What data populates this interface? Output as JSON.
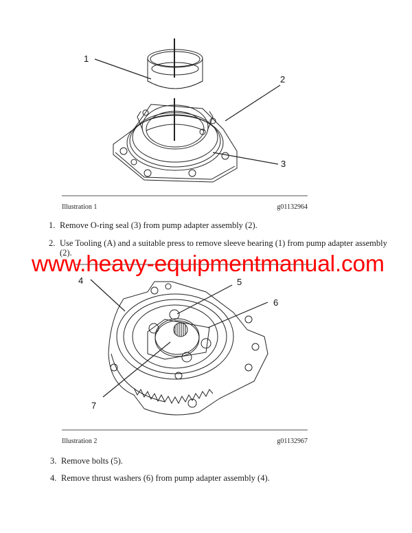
{
  "illustrations": [
    {
      "label": "Illustration 1",
      "id": "g01132964",
      "callouts": [
        "1",
        "2",
        "3"
      ]
    },
    {
      "label": "Illustration 2",
      "id": "g01132967",
      "callouts": [
        "4",
        "5",
        "6",
        "7"
      ]
    }
  ],
  "steps": [
    {
      "num": "1.",
      "text": "Remove O-ring seal (3) from pump adapter assembly (2)."
    },
    {
      "num": "2.",
      "text": "Use Tooling (A) and a suitable press to remove sleeve bearing (1) from pump adapter assembly",
      "cont": "(2)."
    },
    {
      "num": "3.",
      "text": "Remove bolts (5)."
    },
    {
      "num": "4.",
      "text": "Remove thrust washers (6) from pump adapter assembly (4)."
    }
  ],
  "watermark": "www.heavy-equipmentmanual.com",
  "colors": {
    "watermark": "#ff0000",
    "rule": "#a8a8a8"
  }
}
